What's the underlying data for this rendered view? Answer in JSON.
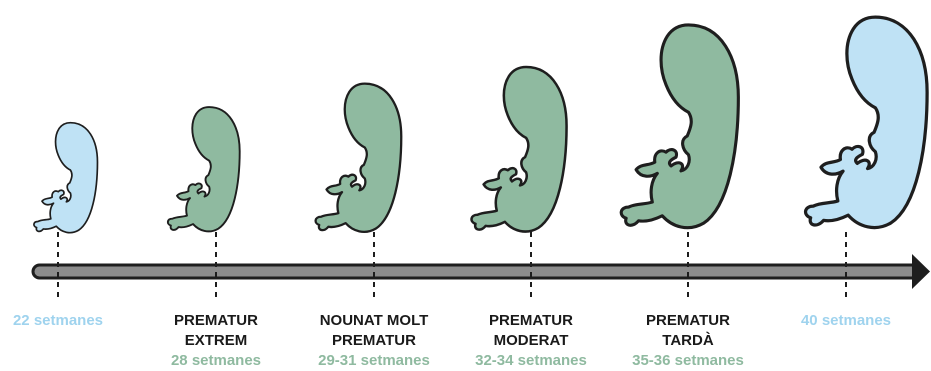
{
  "colors": {
    "blue_fill": "#bfe2f5",
    "green_fill": "#8fbaa0",
    "blue_text": "#9fd3ee",
    "green_text": "#8fbaa0",
    "outline": "#1e1e1e",
    "arrow_fill": "#8c8c8c"
  },
  "stages": [
    {
      "title": "",
      "weeks": "22 setmanes",
      "tone": "blue"
    },
    {
      "title": "PREMATUR\nEXTREM",
      "weeks": "28 setmanes",
      "tone": "green"
    },
    {
      "title": "NOUNAT MOLT\nPREMATUR",
      "weeks": "29-31 setmanes",
      "tone": "green"
    },
    {
      "title": "PREMATUR\nMODERAT",
      "weeks": "32-34 setmanes",
      "tone": "green"
    },
    {
      "title": "PREMATUR\nTARDÀ",
      "weeks": "35-36 setmanes",
      "tone": "green"
    },
    {
      "title": "",
      "weeks": "40 setmanes",
      "tone": "blue"
    }
  ]
}
